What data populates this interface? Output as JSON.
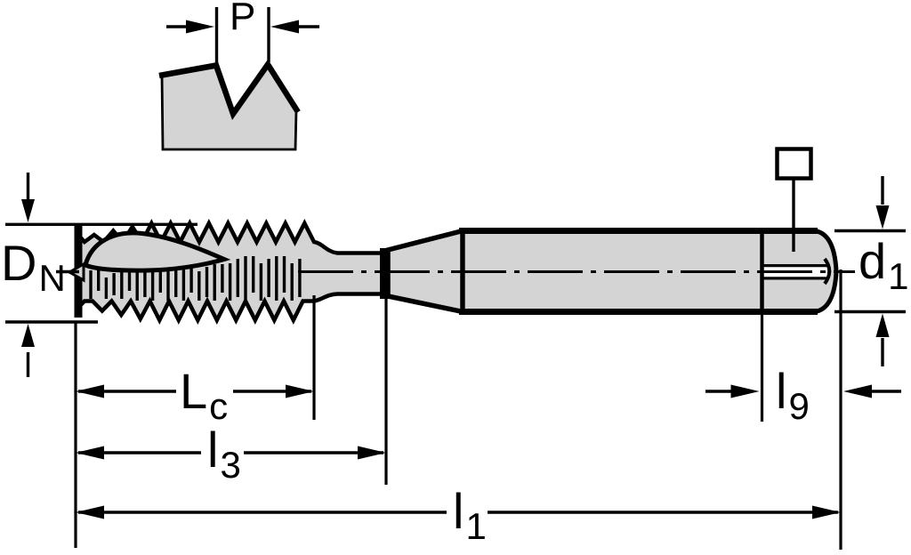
{
  "drawing": {
    "kind": "tap-dimension-diagram",
    "labels": {
      "pitch": {
        "main": "P",
        "sub": ""
      },
      "dn": {
        "main": "D",
        "sub": "N"
      },
      "d1": {
        "main": "d",
        "sub": "1"
      },
      "lc": {
        "main": "L",
        "sub": "c"
      },
      "l3": {
        "main": "l",
        "sub": "3"
      },
      "l1": {
        "main": "l",
        "sub": "1"
      },
      "l9": {
        "main": "l",
        "sub": "9"
      }
    },
    "symbols": {
      "square_drive": "square-outline"
    }
  },
  "colors": {
    "background": "#ffffff",
    "body_fill": "#d4d4d4",
    "ink": "#000000"
  }
}
